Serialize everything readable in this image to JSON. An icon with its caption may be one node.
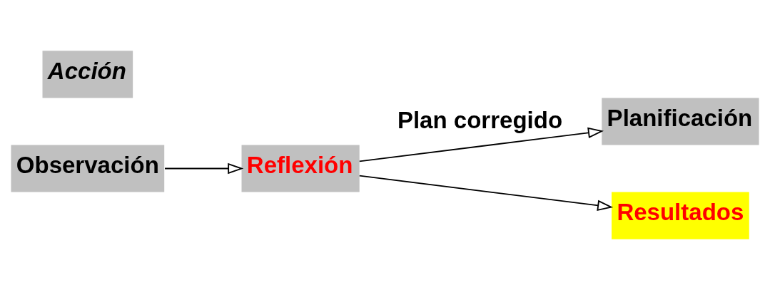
{
  "diagram": {
    "nodes": [
      {
        "text": [
          "Planificación"
        ]
      },
      {
        "text": [
          "Acción"
        ]
      },
      {
        "text": [
          "Observación"
        ]
      },
      {
        "text": [
          "Reflexión"
        ]
      },
      {
        "text": [
          "Resultados"
        ]
      }
    ],
    "edges": [
      {
        "from": 2,
        "to": 3,
        "arrow": "to"
      },
      {
        "from": 3,
        "to": 0,
        "arrow": "to",
        "label": "Plan corregido"
      },
      {
        "from": 3,
        "to": 4,
        "arrow": "to"
      }
    ]
  }
}
